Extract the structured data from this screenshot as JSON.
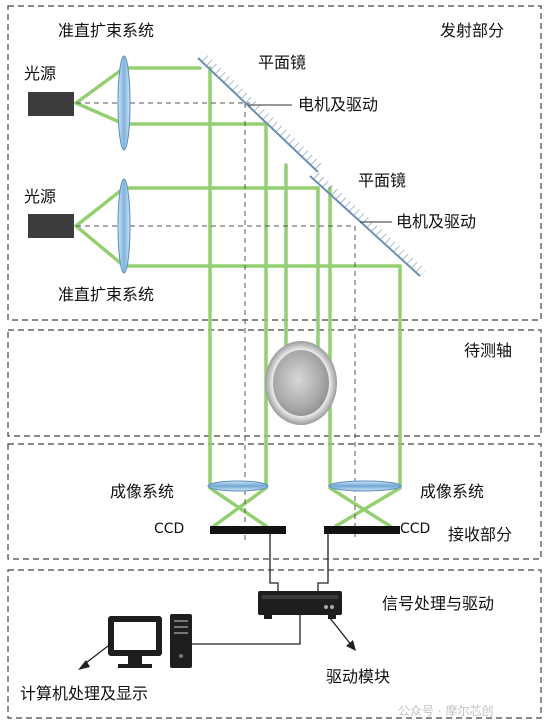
{
  "sections": {
    "transmit": "发射部分",
    "axis": "待测轴",
    "receive": "接收部分",
    "signal": "信号处理与驱动"
  },
  "labels": {
    "collimator_top": "准直扩束系统",
    "collimator_bottom": "准直扩束系统",
    "light_source_1": "光源",
    "light_source_2": "光源",
    "mirror_1": "平面镜",
    "mirror_2": "平面镜",
    "motor_1": "电机及驱动",
    "motor_2": "电机及驱动",
    "imaging_left": "成像系统",
    "imaging_right": "成像系统",
    "ccd_left": "CCD",
    "ccd_right": "CCD",
    "computer": "计算机处理及显示",
    "drive_module": "驱动模块"
  },
  "watermark": "公众号 · 摩尔芯创",
  "colors": {
    "beam": "#8fce6a",
    "lens": "#9fc6e6",
    "dashed": "#444444",
    "device": "#222222"
  }
}
